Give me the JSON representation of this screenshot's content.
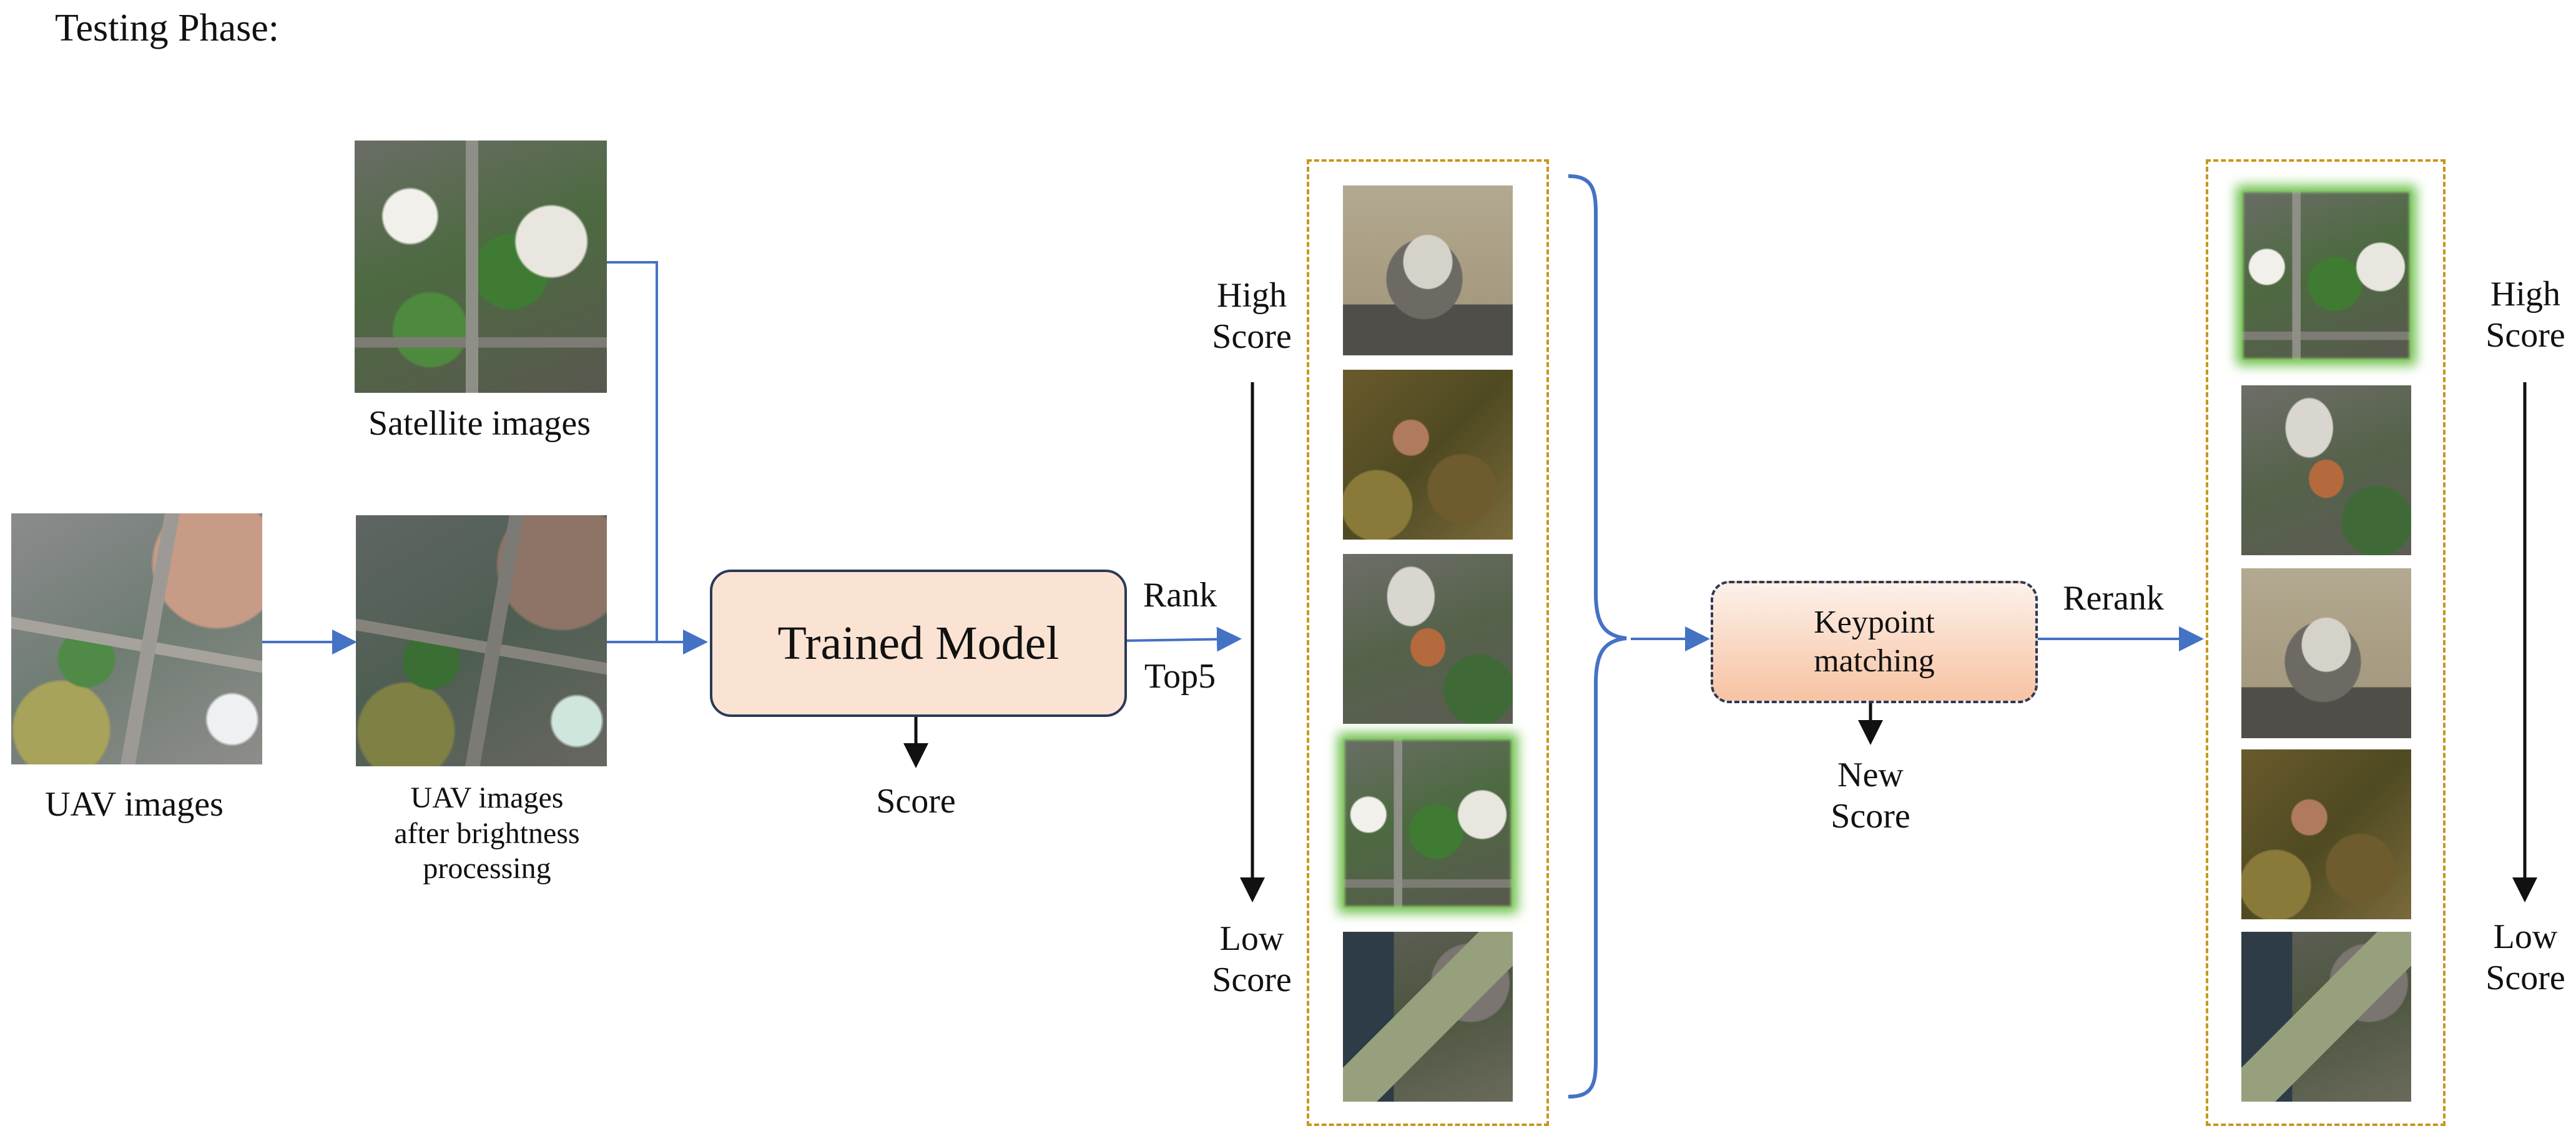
{
  "title": "Testing Phase:",
  "labels": {
    "satellite": "Satellite images",
    "uav": "UAV images",
    "uav_processed": [
      "UAV images",
      "after brightness",
      "processing"
    ],
    "model": "Trained Model",
    "score": "Score",
    "rank": "Rank",
    "top5": "Top5",
    "high_score": [
      "High",
      "Score"
    ],
    "low_score": [
      "Low",
      "Score"
    ],
    "keypoint": [
      "Keypoint",
      "matching"
    ],
    "new_score": [
      "New",
      "Score"
    ],
    "rerank": "Rerank"
  },
  "colors": {
    "flow_arrow": "#4472c4",
    "score_arrow": "#111111",
    "frame_dash": "#c8961e",
    "match_glow": "#6cc04a",
    "model_fill": "#fbe3d3",
    "keypoint_fill_top": "#fdf1e9",
    "keypoint_fill_bottom": "#f7c3a3"
  }
}
